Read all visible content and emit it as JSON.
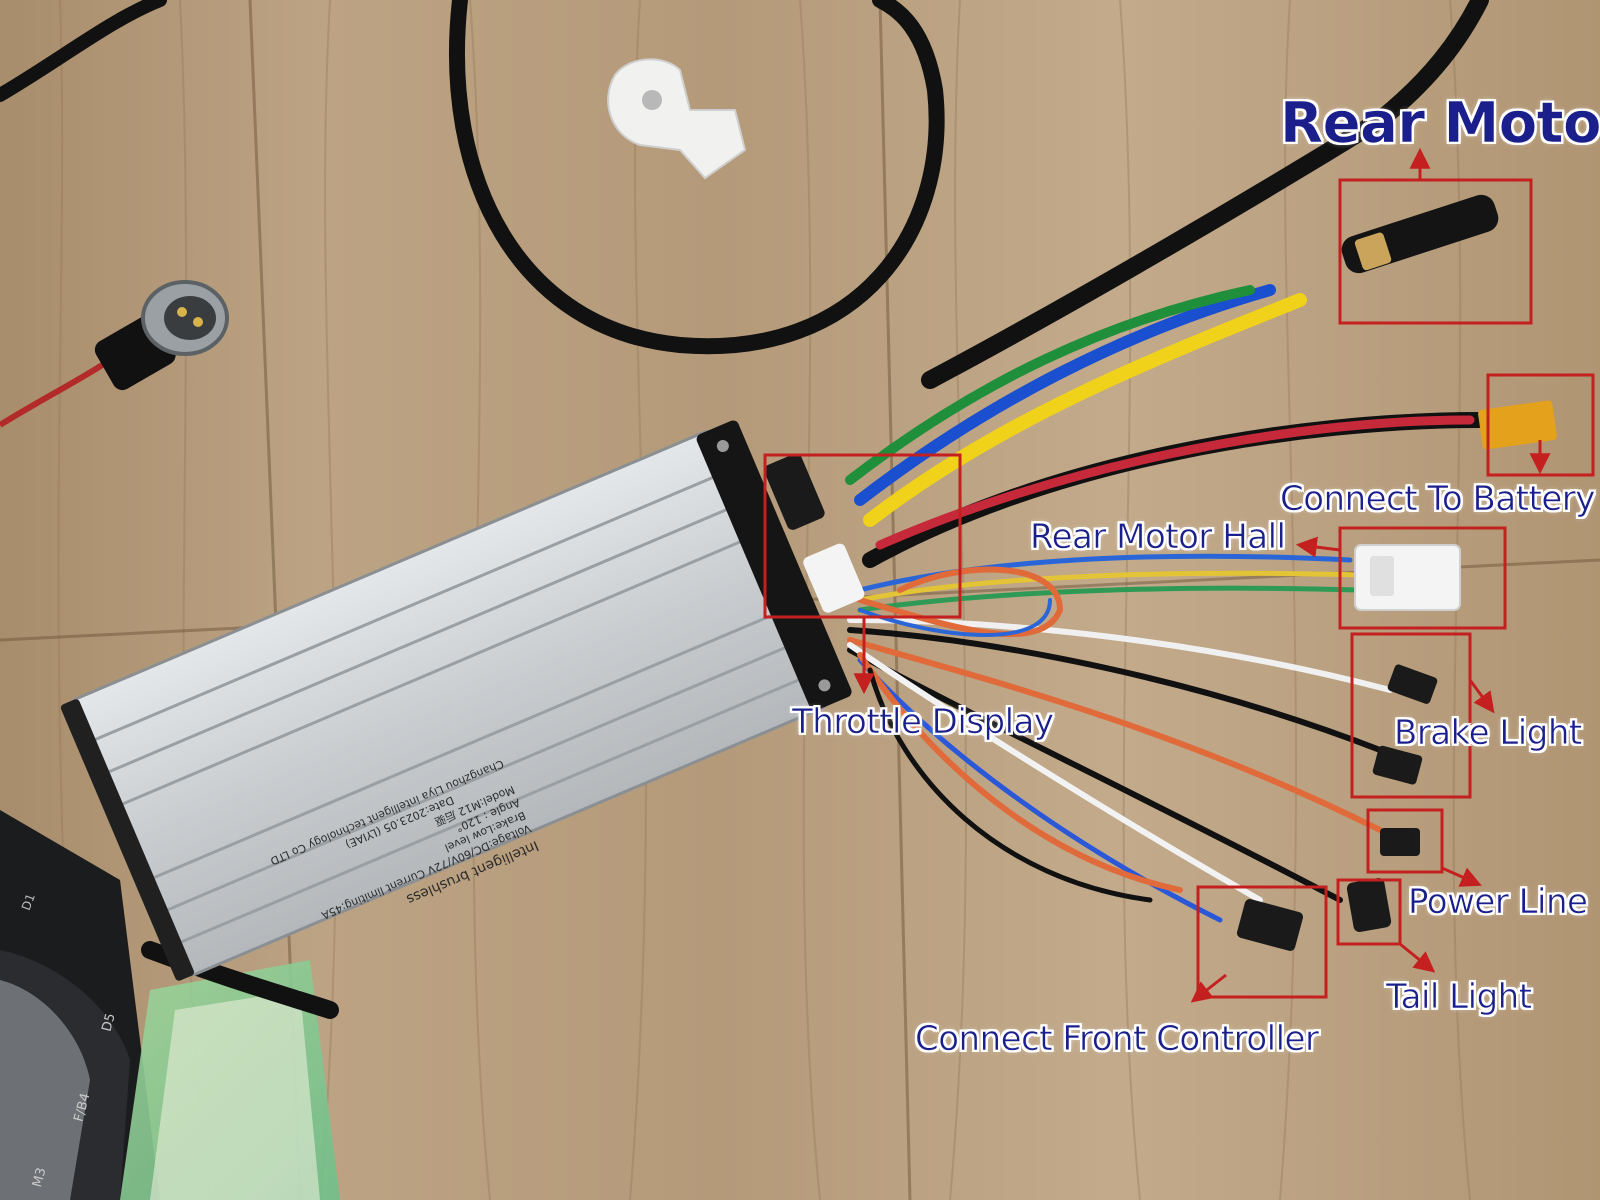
{
  "annotations": {
    "rear_motor": "Rear Motor",
    "connect_to_battery": "Connect To Battery",
    "rear_motor_hall": "Rear Motor Hall",
    "throttle_display": "Throttle Display",
    "brake_light": "Brake Light",
    "power_line": "Power Line",
    "tail_light": "Tail Light",
    "connect_front_controller": "Connect Front Controller"
  },
  "controller_label": {
    "line1": "Intelligent brushless",
    "line2": "Voltage:DC/60V/72V    Current limiting:45A",
    "line3": "Brake:Low level",
    "line4": "Angle : 120°",
    "line5": "Model:M12 后驱",
    "line6": "Date:2023.05  (LYIAE)",
    "line7": "Changzhou Liya intelligent technology Co LTD"
  },
  "display_buttons": {
    "d1": "D1",
    "d5": "D5",
    "fb4": "F/B4",
    "m3": "M3"
  },
  "colors": {
    "annotation_text": "#1a1f8c",
    "highlight_box": "#c42020",
    "wood": "#b59a7a",
    "housing": "#cfd3d6"
  }
}
